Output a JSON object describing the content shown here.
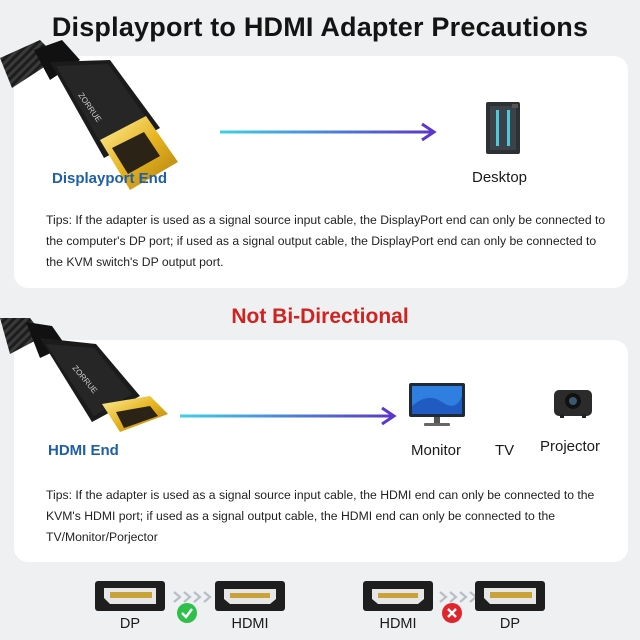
{
  "title": "Displayport to HDMI Adapter Precautions",
  "dp_section": {
    "cable_brand": "ZORRUE",
    "end_label": "Displayport End",
    "target_label": "Desktop",
    "tips": "Tips:  If the adapter is used as a signal source input cable, the DisplayPort end can only be connected to the computer's DP port; if used as a signal output cable, the DisplayPort end can only be connected to the KVM switch's DP output port."
  },
  "subtitle": "Not Bi-Directional",
  "hdmi_section": {
    "cable_brand": "ZORRUE",
    "end_label": "HDMI End",
    "targets": [
      "Monitor",
      "TV",
      "Projector"
    ],
    "tips": "Tips:  If the adapter is used as a signal source input cable, the HDMI end can only be connected to the KVM's HDMI port; if used as a signal output cable, the HDMI end can only be connected to the  TV/Monitor/Porjector"
  },
  "direction_diagram": {
    "valid": {
      "from": "DP",
      "to": "HDMI",
      "status": "check-icon"
    },
    "invalid": {
      "from": "HDMI",
      "to": "DP",
      "status": "cross-icon"
    }
  },
  "colors": {
    "title_text": "#141414",
    "label_blue": "#1e5fa8",
    "warning_red": "#d0231f",
    "arrow_start": "#3fd0e6",
    "arrow_end": "#5a38c8",
    "check_green": "#2ec04a",
    "cross_red": "#e0262d",
    "gold": "#e6b420"
  }
}
